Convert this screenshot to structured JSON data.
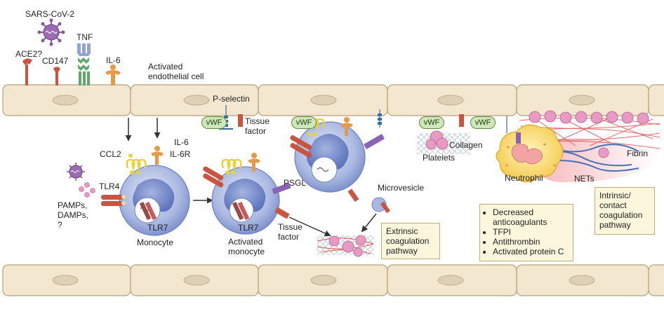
{
  "labels": {
    "virus": "SARS-CoV-2",
    "ace2": "ACE2?",
    "cd147": "CD147",
    "tnf": "TNF",
    "il6_top": "IL-6",
    "endothelial": "Activated\nendothelial cell",
    "p_selectin": "P-selectin",
    "vwf": "vWF",
    "tissue_factor_top": "Tissue\nfactor",
    "collagen": "Collagen",
    "platelets": "Platelets",
    "neutrophil": "Neutrophil",
    "nets": "NETs",
    "fibrin": "Fibrin",
    "ccl2": "CCL2",
    "il6_mid": "IL-6",
    "il6r": "IL-6R",
    "tlr4": "TLR4",
    "pamps": "PAMPs,\nDAMPs,\n?",
    "tlr7_a": "TLR7",
    "monocyte": "Monocyte",
    "tlr7_b": "TLR7",
    "activated_monocyte": "Activated\nmonocyte",
    "psgl": "PSGL",
    "tissue_factor_mid": "Tissue\nfactor",
    "microvesicle": "Microvesicle"
  },
  "extrinsic_box": "Extrinsic\ncoagulation\npathway",
  "intrinsic_box": "Intrinsic/\ncontact\ncoagulation\npathway",
  "anticoagulant_list": [
    "Decreased\nanticoagulants",
    "TFPI",
    "Antithrombin",
    "Activated protein C"
  ],
  "colors": {
    "cell_fill": "#f3e7d0",
    "cell_stroke": "#b8a07a",
    "nucleus": "#ddd0b4",
    "monocyte": "#a9b8e0",
    "monocyte_nucleus": "#7f93cf",
    "virus": "#8a5aa0",
    "receptor_red": "#c7553f",
    "il6_orange": "#e39a4b",
    "tnf_green": "#5fa86b",
    "tnf_blue": "#8fa3d4",
    "ccl2_yellow": "#e8d33b",
    "psgl_purple": "#8a63b5",
    "neutrophil": "#f7d667",
    "net_blue": "#4a6fb5",
    "fibrin_red": "#d9534f",
    "platelet_pink": "#e79bc3",
    "vwf_green": "#cfe6b8",
    "box_fill": "#fbf6dc"
  }
}
